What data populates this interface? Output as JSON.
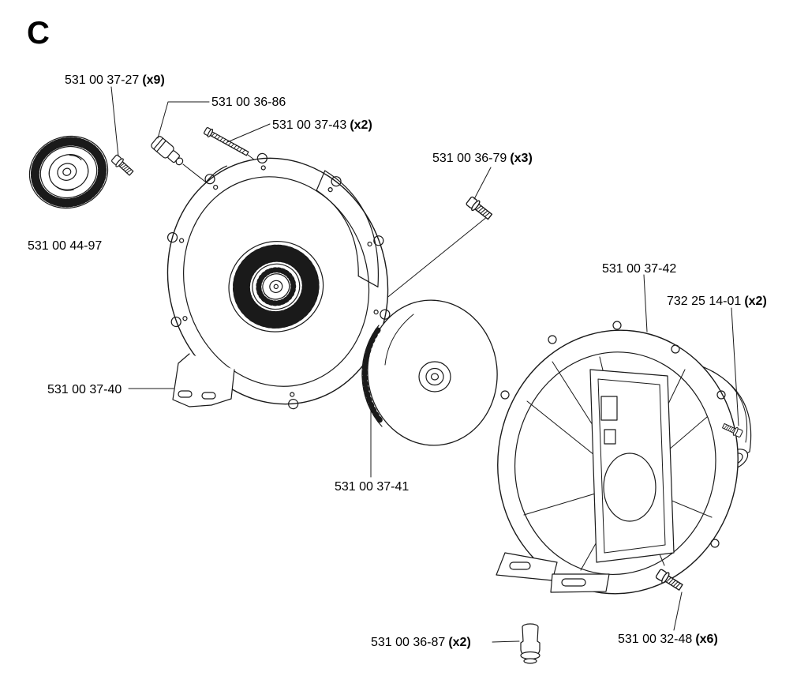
{
  "diagram": {
    "section": "C",
    "line_color": "#1a1a1a",
    "background_color": "#ffffff"
  },
  "labels": [
    {
      "number": "531 00 37-27",
      "qty": "(x9)"
    },
    {
      "number": "531 00 36-86",
      "qty": ""
    },
    {
      "number": "531 00 37-43",
      "qty": "(x2)"
    },
    {
      "number": "531 00 36-79",
      "qty": "(x3)"
    },
    {
      "number": "531 00 44-97",
      "qty": ""
    },
    {
      "number": "531 00 37-40",
      "qty": ""
    },
    {
      "number": "531 00 37-41",
      "qty": ""
    },
    {
      "number": "531 00 37-42",
      "qty": ""
    },
    {
      "number": "732 25 14-01",
      "qty": "(x2)"
    },
    {
      "number": "531 00 36-87",
      "qty": "(x2)"
    },
    {
      "number": "531 00 32-48",
      "qty": "(x6)"
    }
  ]
}
